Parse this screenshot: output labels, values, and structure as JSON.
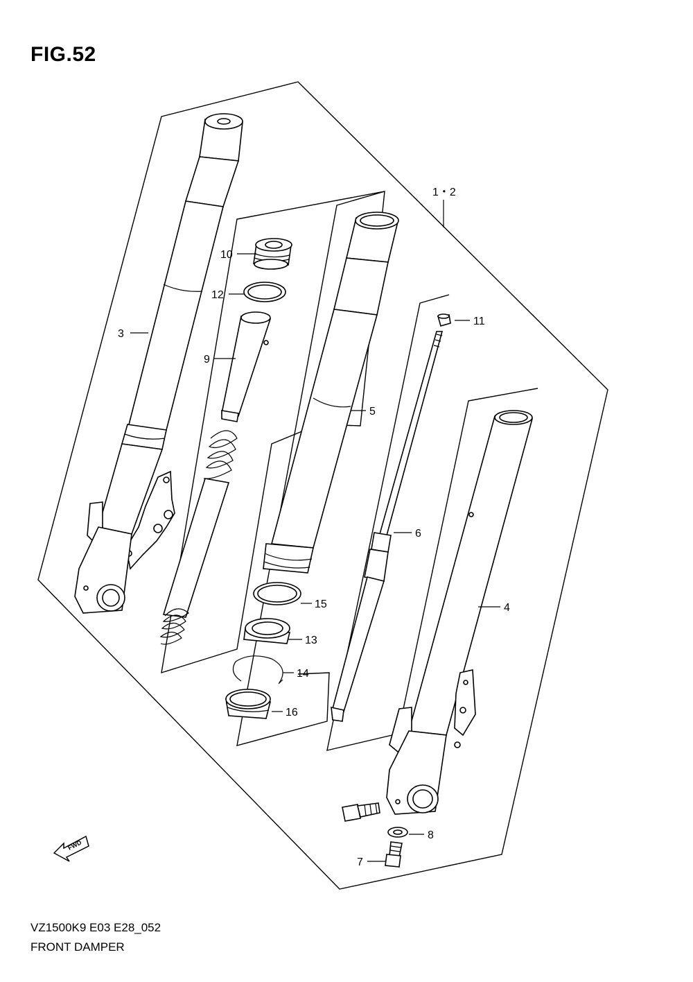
{
  "figure": {
    "title": "FIG.52",
    "model_code": "VZ1500K9 E03 E28_052",
    "section_name": "FRONT DAMPER",
    "fwd_label": "FWD"
  },
  "callouts": [
    {
      "id": "c-1-2",
      "label": "1・2"
    },
    {
      "id": "c-3",
      "label": "3"
    },
    {
      "id": "c-4",
      "label": "4"
    },
    {
      "id": "c-5",
      "label": "5"
    },
    {
      "id": "c-6",
      "label": "6"
    },
    {
      "id": "c-7",
      "label": "7"
    },
    {
      "id": "c-8",
      "label": "8"
    },
    {
      "id": "c-9",
      "label": "9"
    },
    {
      "id": "c-10",
      "label": "10"
    },
    {
      "id": "c-11",
      "label": "11"
    },
    {
      "id": "c-12",
      "label": "12"
    },
    {
      "id": "c-13",
      "label": "13"
    },
    {
      "id": "c-14",
      "label": "14"
    },
    {
      "id": "c-15",
      "label": "15"
    },
    {
      "id": "c-16",
      "label": "16"
    }
  ]
}
